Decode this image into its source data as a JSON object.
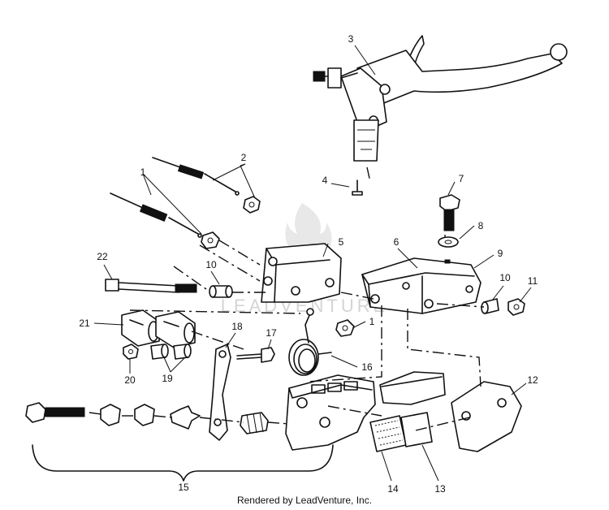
{
  "watermark": "LEADVENTURE",
  "credit": "Rendered by LeadVenture, Inc.",
  "callouts": [
    "1",
    "1",
    "2",
    "3",
    "4",
    "5",
    "6",
    "7",
    "8",
    "9",
    "10",
    "10",
    "11",
    "12",
    "13",
    "14",
    "15",
    "16",
    "17",
    "18",
    "19",
    "20",
    "21",
    "22"
  ],
  "colors": {
    "line": "#111111",
    "background": "#ffffff",
    "watermark": "#d9d9d9"
  }
}
